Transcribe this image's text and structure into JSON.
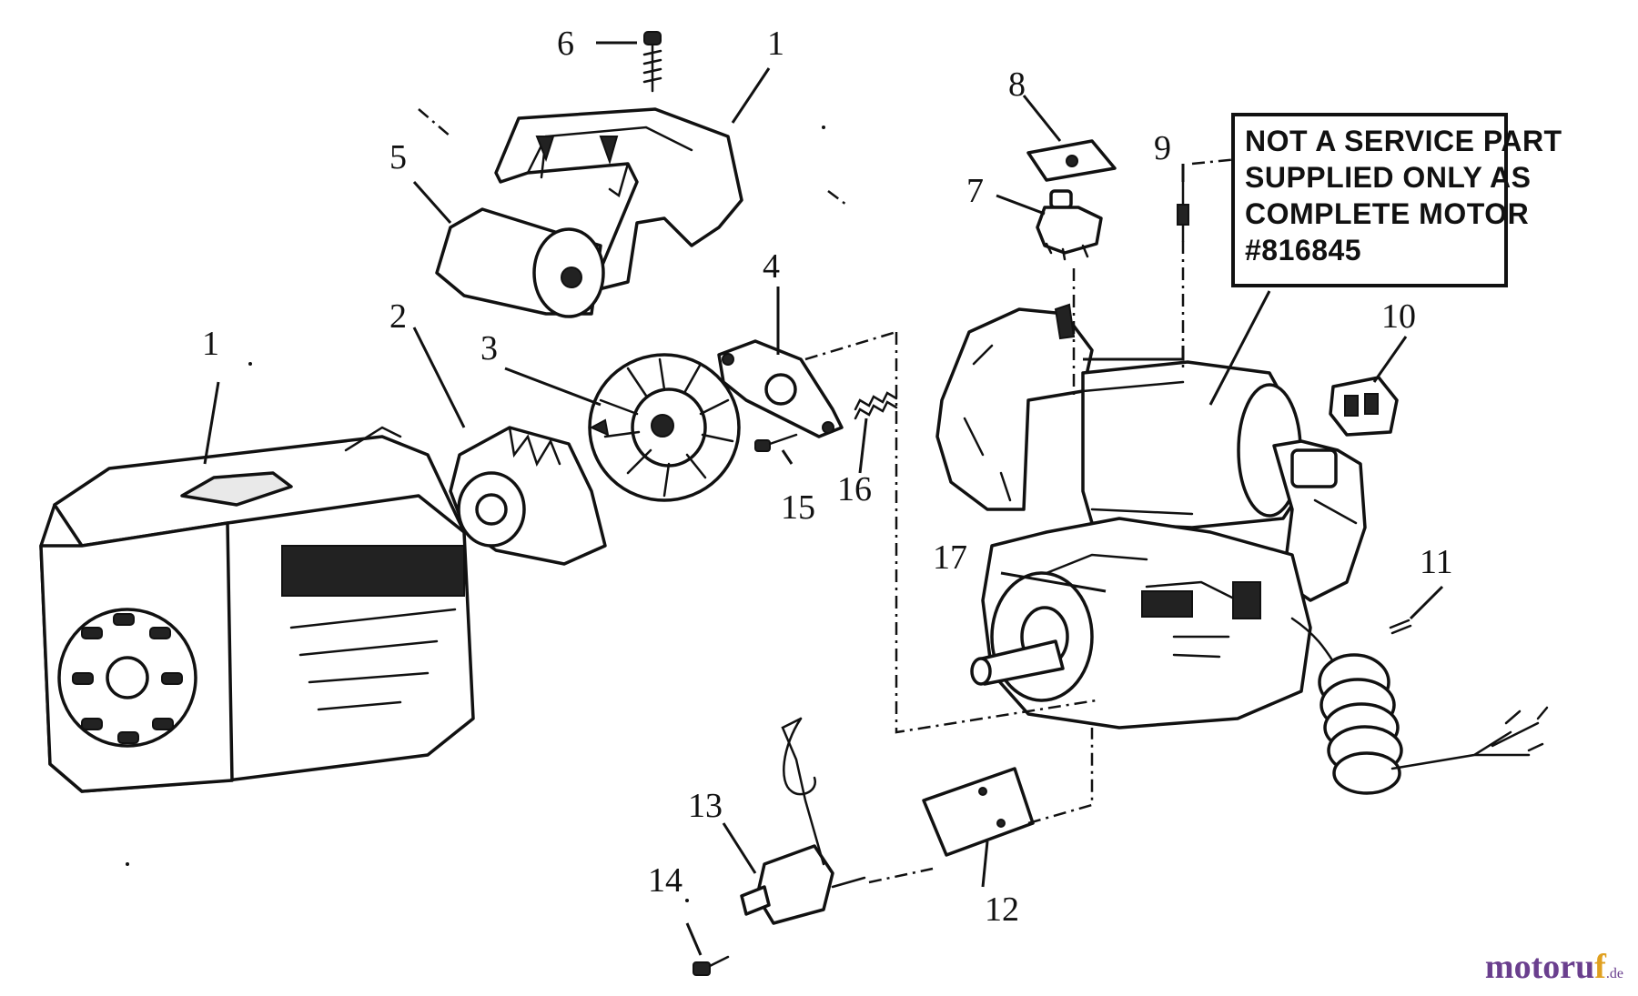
{
  "note": {
    "lines": [
      "NOT A SERVICE PART",
      "SUPPLIED ONLY AS",
      "COMPLETE MOTOR",
      "#816845"
    ]
  },
  "callouts": {
    "c1a": "1",
    "c1b": "1",
    "c2": "2",
    "c3": "3",
    "c4": "4",
    "c5": "5",
    "c6": "6",
    "c7": "7",
    "c8": "8",
    "c9": "9",
    "c10": "10",
    "c11": "11",
    "c12": "12",
    "c13": "13",
    "c14": "14",
    "c15": "15",
    "c16": "16",
    "c17": "17"
  },
  "watermark": {
    "main": "motoru",
    "accent": "f",
    "suffix": ".de"
  }
}
